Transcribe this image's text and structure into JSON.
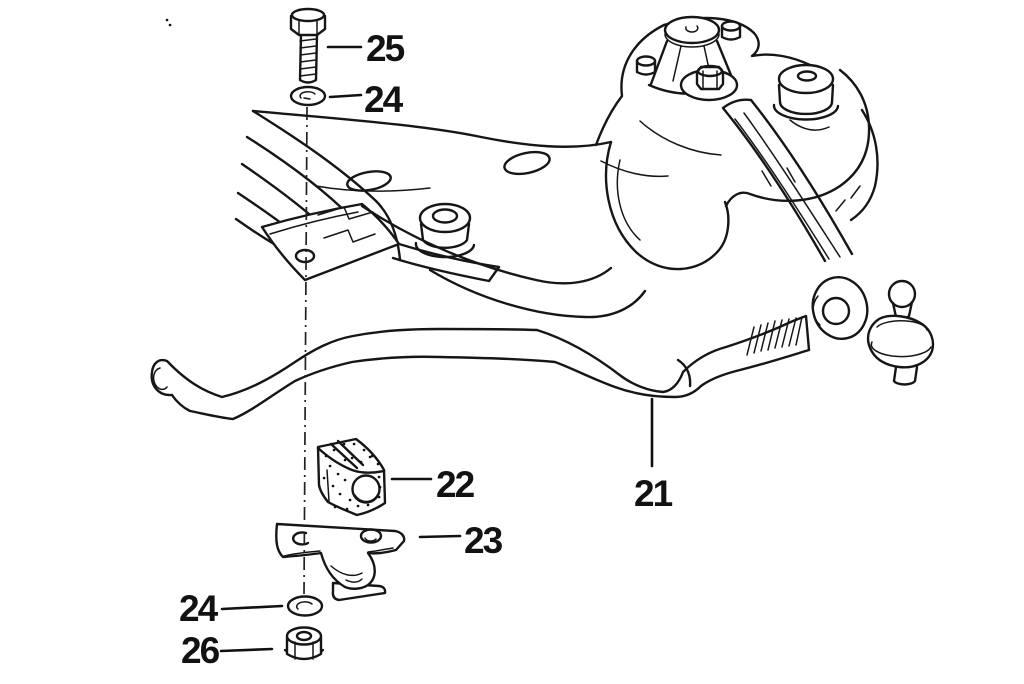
{
  "diagram": {
    "background_color": "#ffffff",
    "line_color": "#161616",
    "highlight_color": "#e2161b"
  },
  "callouts": {
    "bolt": {
      "label": "25"
    },
    "washer_top": {
      "label": "24"
    },
    "bushing": {
      "label": "22"
    },
    "bracket": {
      "label": "23"
    },
    "bar": {
      "label": "21"
    },
    "washer_bottom": {
      "label": "24"
    },
    "nut": {
      "label": "26"
    }
  }
}
